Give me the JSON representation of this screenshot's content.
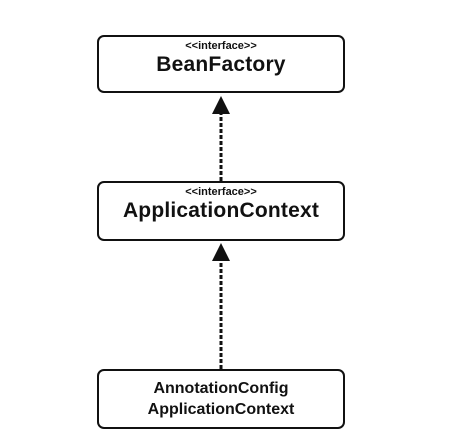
{
  "nodes": {
    "bean_factory": {
      "stereotype": "<<interface>>",
      "name": "BeanFactory"
    },
    "application_context": {
      "stereotype": "<<interface>>",
      "name": "ApplicationContext"
    },
    "annotation_config": {
      "name_line_1": "AnnotationConfig",
      "name_line_2": "ApplicationContext"
    }
  },
  "edges": [
    {
      "from": "application_context",
      "to": "bean_factory",
      "type": "inheritance"
    },
    {
      "from": "annotation_config",
      "to": "application_context",
      "type": "inheritance"
    }
  ]
}
